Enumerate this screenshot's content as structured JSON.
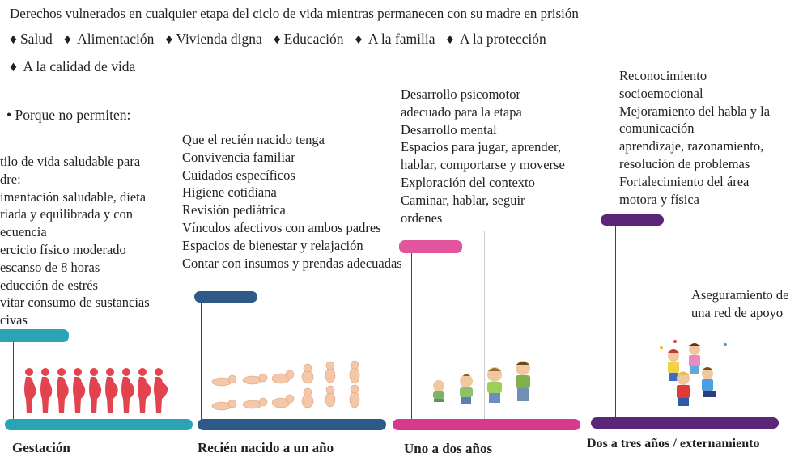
{
  "header": {
    "title": "Derechos vulnerados en cualquier etapa del ciclo de vida mientras permanecen con su madre en prisión",
    "rights_row1": [
      "Salud",
      " Alimentación",
      "Vivienda digna",
      "Educación",
      " A la familia",
      " A la protección"
    ],
    "rights_row2": [
      " A la calidad de vida"
    ],
    "bullet_label": "• Porque no permiten:",
    "diamond": "♦"
  },
  "columns": {
    "gestacion": {
      "lines": [
        "tilo de vida saludable para",
        "dre:",
        "imentación saludable, dieta",
        "riada y equilibrada y con",
        "ecuencia",
        "ercicio físico moderado",
        "escanso de 8 horas",
        "educción de estrés",
        "vitar consumo de sustancias",
        "civas"
      ]
    },
    "recien_nacido": {
      "lines": [
        "Que el recién nacido tenga",
        "Convivencia familiar",
        "Cuidados específicos",
        "Higiene cotidiana",
        "Revisión pediátrica",
        "Vínculos afectivos con ambos padres",
        "Espacios de bienestar y relajación",
        "Contar con insumos y prendas adecuadas"
      ]
    },
    "uno_dos": {
      "lines": [
        "Desarrollo psicomotor",
        "adecuado para la etapa",
        "Desarrollo mental",
        "Espacios para jugar, aprender,",
        "hablar, comportarse y moverse",
        "Exploración del contexto",
        "Caminar, hablar, seguir",
        "ordenes"
      ]
    },
    "dos_tres": {
      "lines": [
        "Reconocimiento",
        "socioemocional",
        "Mejoramiento del habla y la",
        "comunicación",
        "aprendizaje, razonamiento,",
        "resolución de problemas",
        "Fortalecimiento del área",
        "motora y física"
      ]
    },
    "red_apoyo": {
      "lines": [
        "Aseguramiento de",
        "una red de apoyo"
      ]
    }
  },
  "stages": [
    {
      "label": "Gestación",
      "color": "#2aa3b5"
    },
    {
      "label": "Recién nacido a un año",
      "color": "#2e5a8a"
    },
    {
      "label": "Uno a dos años",
      "color": "#d63a8e"
    },
    {
      "label": "Dos a tres años / externamiento",
      "color": "#5b2679"
    }
  ],
  "colors": {
    "gestacion": "#2aa3b5",
    "recien": "#2e5a8a",
    "uno": "#e0559b",
    "dos": "#5b2679",
    "silhouette": "#e2434f",
    "baby": "#f3c7a8"
  }
}
